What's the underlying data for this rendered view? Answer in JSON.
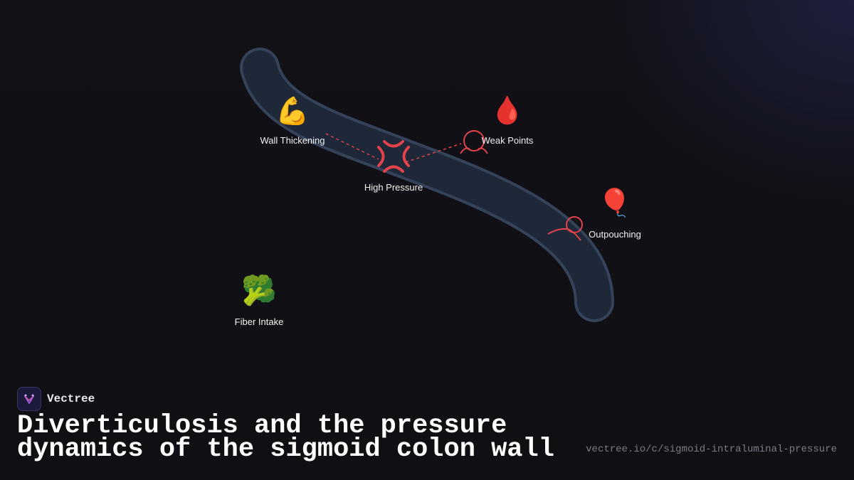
{
  "diagram": {
    "nodes": [
      {
        "id": "wall",
        "label": "Wall Thickening",
        "icon": "flexed-biceps-icon",
        "emoji": "💪"
      },
      {
        "id": "weak",
        "label": "Weak Points",
        "icon": "blood-drop-icon",
        "emoji": "🩸"
      },
      {
        "id": "pressure",
        "label": "High Pressure",
        "icon": "anger-symbol-icon"
      },
      {
        "id": "out",
        "label": "Outpouching",
        "icon": "balloon-icon",
        "emoji": "🎈"
      },
      {
        "id": "fiber",
        "label": "Fiber Intake",
        "icon": "broccoli-icon",
        "emoji": "🥦"
      }
    ],
    "colors": {
      "colon_fill": "#1e2838",
      "colon_stroke": "#34435a",
      "accent": "#e2434b"
    }
  },
  "brand": {
    "name": "Vectree"
  },
  "title": {
    "line1": "Diverticulosis and the pressure",
    "line2": "dynamics of the sigmoid colon wall"
  },
  "source_url": "vectree.io/c/sigmoid-intraluminal-pressure"
}
